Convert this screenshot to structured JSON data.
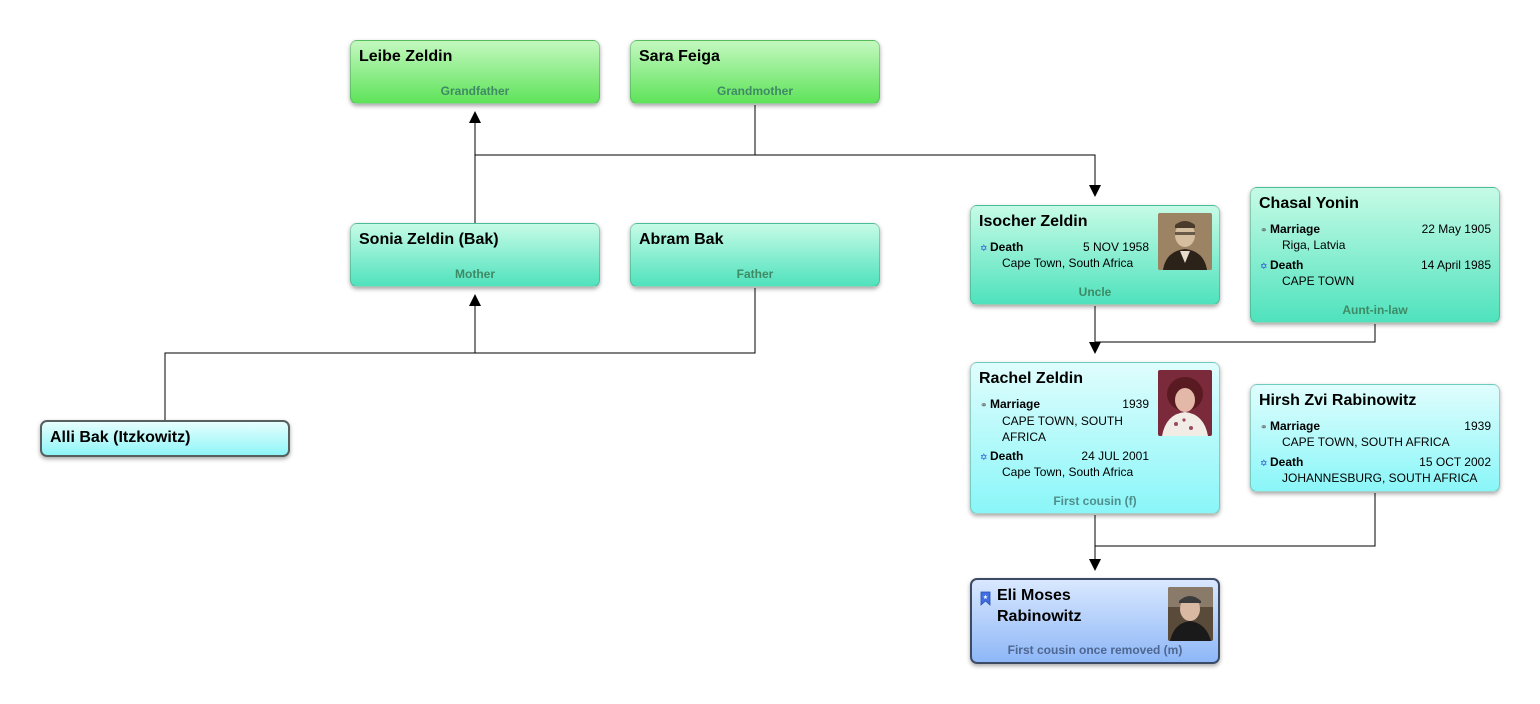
{
  "cards": {
    "leibe": {
      "name": "Leibe Zeldin",
      "relation": "Grandfather"
    },
    "sara": {
      "name": "Sara Feiga",
      "relation": "Grandmother"
    },
    "sonia": {
      "name": "Sonia Zeldin (Bak)",
      "relation": "Mother"
    },
    "abram": {
      "name": "Abram Bak",
      "relation": "Father"
    },
    "alli": {
      "name": "Alli Bak (Itzkowitz)"
    },
    "isocher": {
      "name": "Isocher Zeldin",
      "relation": "Uncle",
      "death_label": "Death",
      "death_date": "5 NOV 1958",
      "death_place": "Cape Town, South Africa"
    },
    "chasal": {
      "name": "Chasal Yonin",
      "relation": "Aunt-in-law",
      "marriage_label": "Marriage",
      "marriage_date": "22 May 1905",
      "marriage_place": "Riga, Latvia",
      "death_label": "Death",
      "death_date": "14 April 1985",
      "death_place": "CAPE TOWN"
    },
    "rachel": {
      "name": "Rachel Zeldin",
      "relation": "First cousin (f)",
      "marriage_label": "Marriage",
      "marriage_date": "1939",
      "marriage_place": "CAPE TOWN, SOUTH AFRICA",
      "death_label": "Death",
      "death_date": "24 JUL 2001",
      "death_place": "Cape Town, South Africa"
    },
    "hirsh": {
      "name": "Hirsh Zvi Rabinowitz",
      "marriage_label": "Marriage",
      "marriage_date": "1939",
      "marriage_place": "CAPE TOWN, SOUTH AFRICA",
      "death_label": "Death",
      "death_date": "15 OCT 2002",
      "death_place": "JOHANNESBURG, SOUTH AFRICA"
    },
    "eli": {
      "name": "Eli Moses Rabinowitz",
      "relation": "First cousin once removed (m)"
    }
  },
  "icons": {
    "marriage": "rings-icon",
    "death": "star-of-david-icon",
    "bookmark": "bookmark-icon"
  },
  "colors": {
    "grandparent_card": "#5fe35a",
    "parent_card": "#4fe2bd",
    "cousin_card": "#8af6f8",
    "focus_card": "#8eb7f7",
    "connector": "#000000"
  }
}
